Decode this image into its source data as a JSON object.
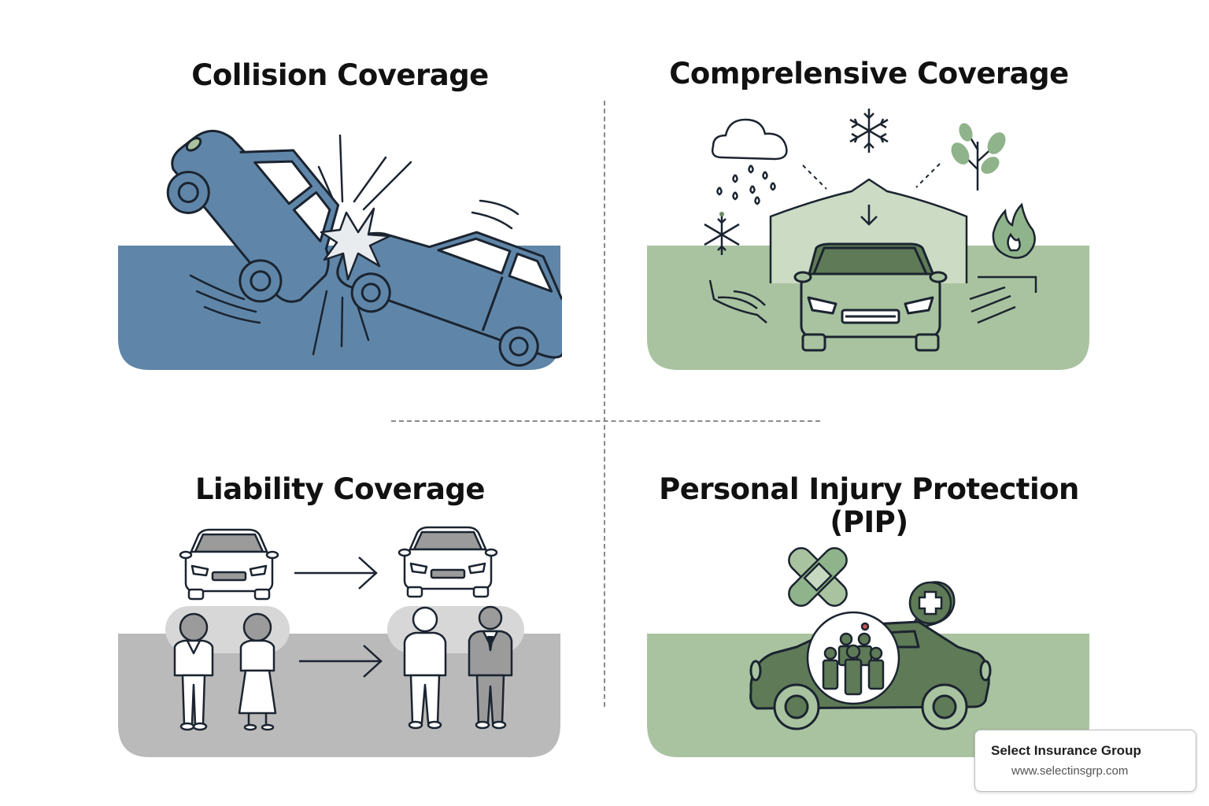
{
  "panels": {
    "collision": {
      "title": "Collision Coverage",
      "color": "#5f86a8"
    },
    "comprehensive": {
      "title": "Comprelensive Coverage",
      "color": "#a9c3a0"
    },
    "liability": {
      "title": "Liability Coverage",
      "color": "#bababa"
    },
    "pip": {
      "title_line1": "Personal Injury Protection",
      "title_line2": "(PIP)",
      "color": "#a9c3a0"
    }
  },
  "icons": {
    "collision": [
      "overturned-car-icon",
      "crashed-car-icon",
      "impact-burst-icon"
    ],
    "comprehensive": [
      "rain-cloud-icon",
      "snowflake-icon",
      "tree-icon",
      "fire-icon",
      "hand-icon",
      "shelter-icon",
      "car-icon"
    ],
    "liability": [
      "car-icon",
      "arrow-right-icon",
      "person-icon"
    ],
    "pip": [
      "bandage-icon",
      "medical-cross-icon",
      "family-icon",
      "car-icon"
    ]
  },
  "footer": {
    "company": "Select Insurance Group",
    "url": "www.selectinsgrp.com"
  }
}
